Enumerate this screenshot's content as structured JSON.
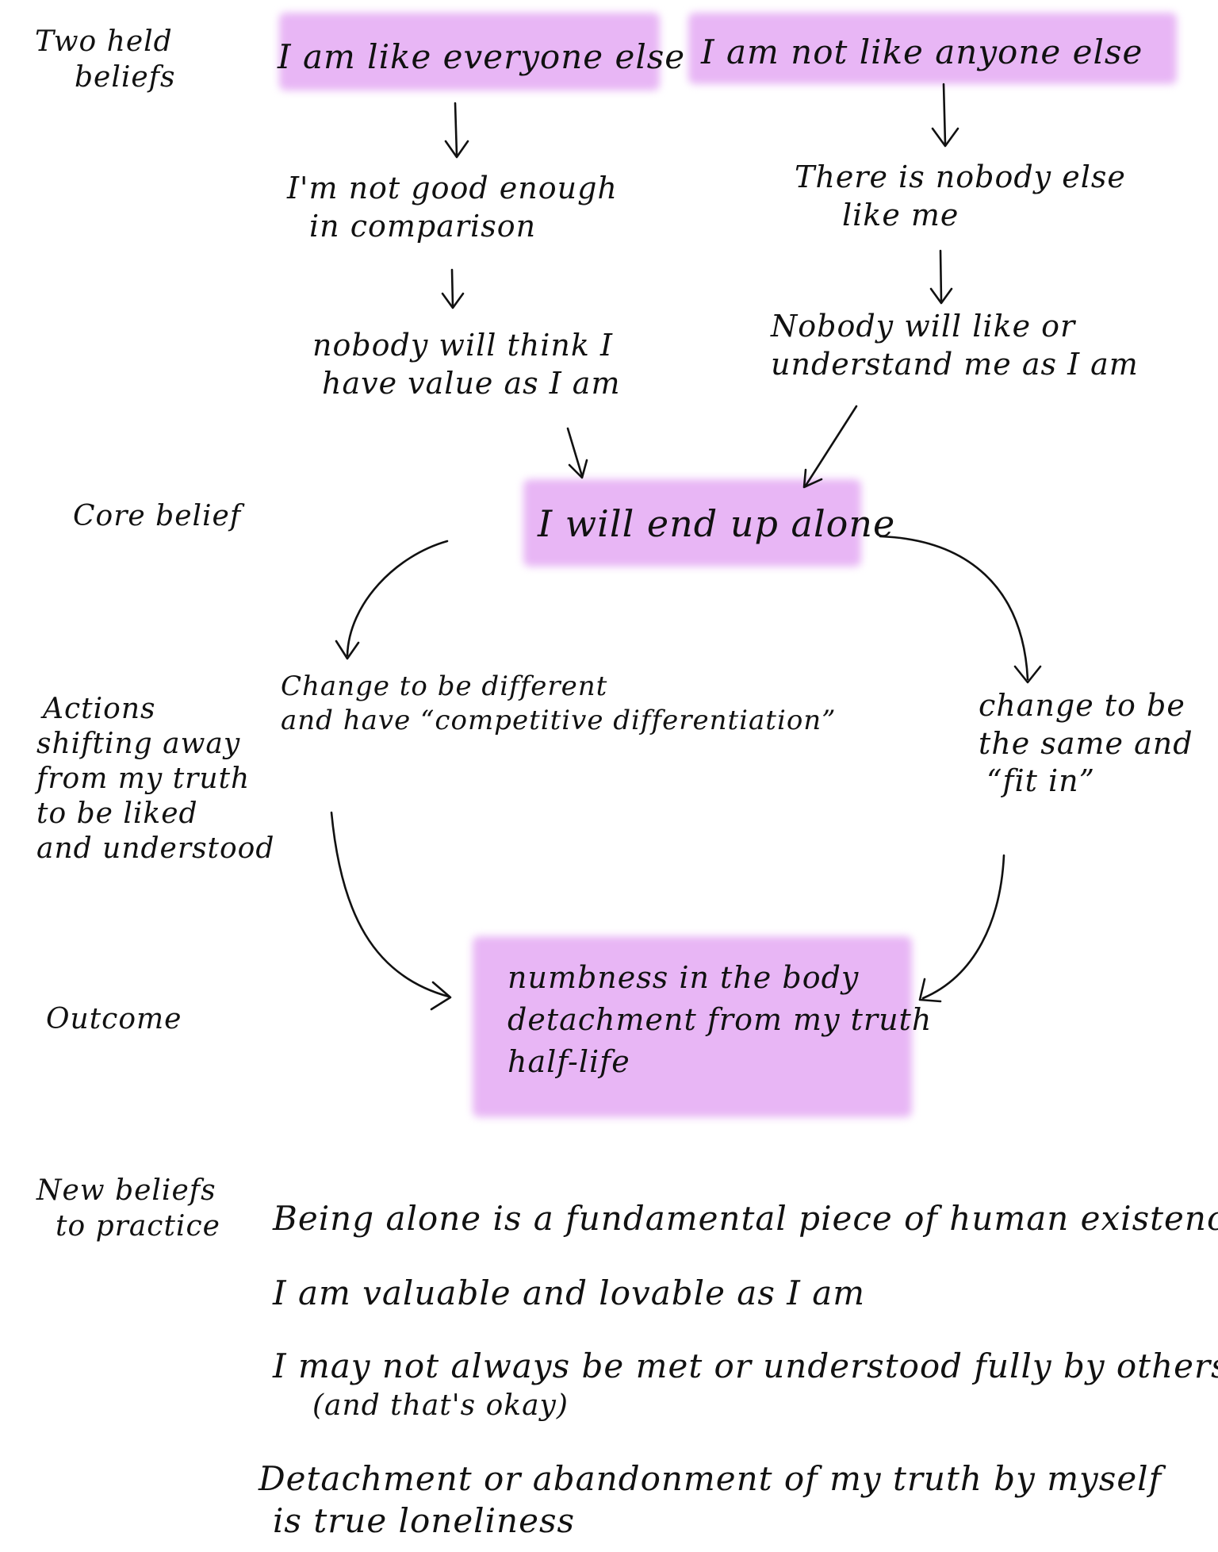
{
  "diagram": {
    "highlight_color": "#e8b6f5",
    "side_labels": {
      "two_held_beliefs": [
        "Two held",
        "beliefs"
      ],
      "core_belief": "Core belief",
      "actions": [
        "Actions",
        "shifting away",
        "from my truth",
        "to be liked",
        "and understood"
      ],
      "outcome": "Outcome",
      "new_beliefs": [
        "New beliefs",
        "to practice"
      ]
    },
    "held_beliefs": {
      "left": "I am like everyone else",
      "right": "I am not like anyone else"
    },
    "left_chain": {
      "step1": [
        "I'm not good enough",
        "in comparison"
      ],
      "step2": [
        "nobody will think I",
        "have value as I am"
      ]
    },
    "right_chain": {
      "step1": [
        "There is nobody else",
        "like me"
      ],
      "step2": [
        "Nobody will like or",
        "understand me as I am"
      ]
    },
    "core_belief": "I will end up alone",
    "actions": {
      "left": [
        "Change to be different",
        "and have “competitive differentiation”"
      ],
      "right": [
        "change to be",
        "the same and",
        "“fit in”"
      ]
    },
    "outcome": [
      "numbness in the body",
      "detachment from my truth",
      "half-life"
    ],
    "new_beliefs": {
      "items": [
        [
          "Being alone is a fundamental piece of human existence"
        ],
        [
          "I am valuable and lovable as I am"
        ],
        [
          "I may not always be met or understood fully by others",
          "(and that's okay)"
        ],
        [
          "Detachment or abandonment of my truth by myself",
          "is true loneliness"
        ]
      ]
    }
  }
}
